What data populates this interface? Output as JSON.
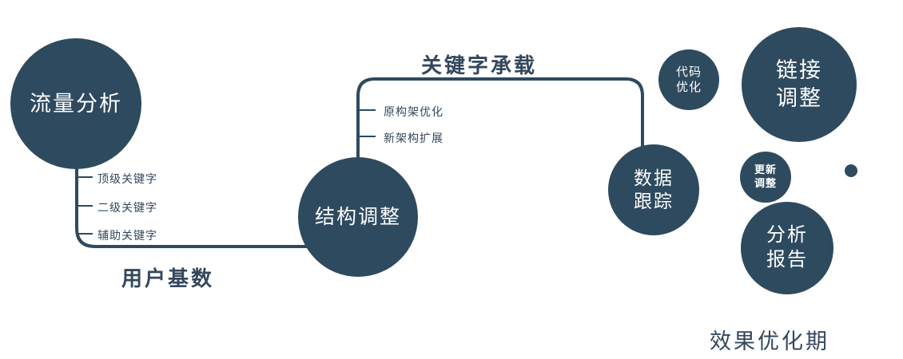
{
  "colors": {
    "primary": "#2e4a5f",
    "node_text": "#ffffff",
    "label_text": "#33475c"
  },
  "nodes": {
    "traffic_analysis": {
      "label": "流量分析"
    },
    "structure_adjust": {
      "label": "结构调整"
    },
    "data_tracking": {
      "line1": "数据",
      "line2": "跟踪"
    },
    "code_optimization": {
      "line1": "代码",
      "line2": "优化"
    },
    "link_adjustment": {
      "line1": "链接",
      "line2": "调整"
    },
    "update_adjustment": {
      "line1": "更新",
      "line2": "调整"
    },
    "analysis_report": {
      "line1": "分析",
      "line2": "报告"
    }
  },
  "edge_labels": {
    "user_base": "用户基数",
    "keyword_carrying": "关键字承载"
  },
  "branch_labels": {
    "traffic": [
      "顶级关键字",
      "二级关键字",
      "辅助关键字"
    ],
    "structure": [
      "原构架优化",
      "新架构扩展"
    ]
  },
  "footer_label": "效果优化期"
}
